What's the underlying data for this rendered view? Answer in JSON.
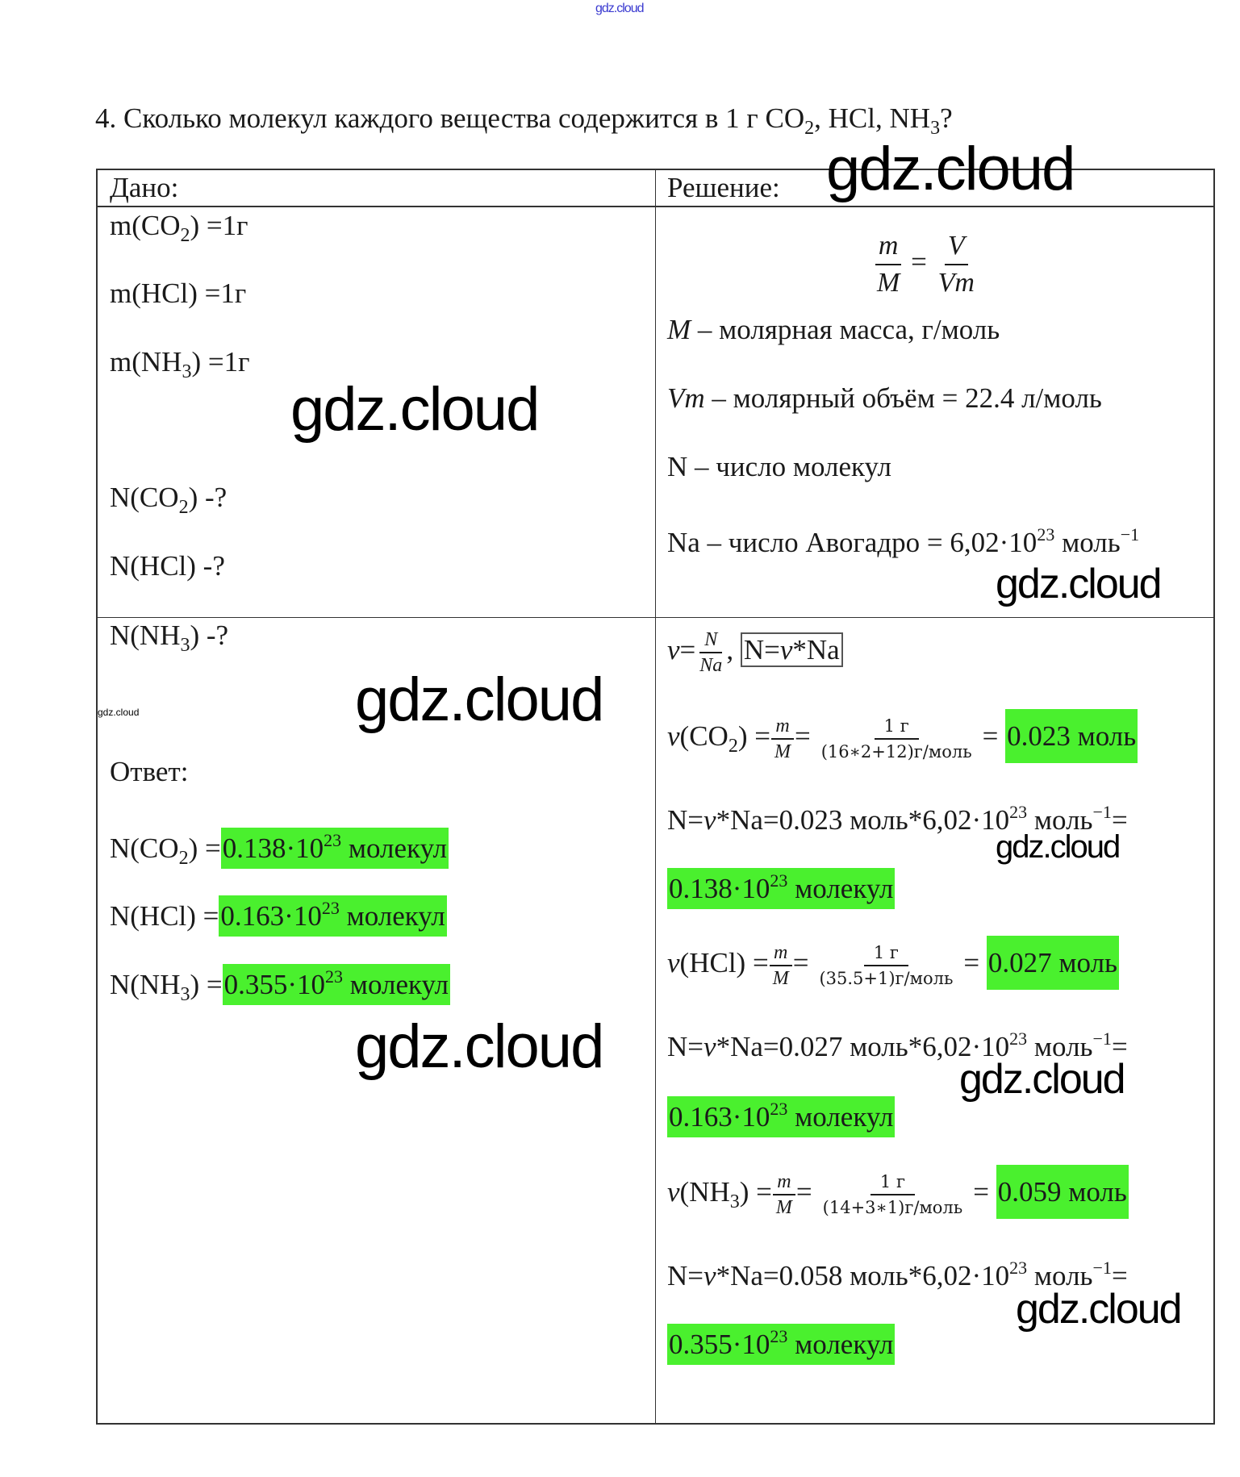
{
  "watermarks": {
    "top": "gdz.cloud",
    "small": "gdz.cloud",
    "big": [
      "gdz.cloud",
      "gdz.cloud",
      "gdz.cloud",
      "gdz.cloud",
      "gdz.cloud",
      "gdz.cloud",
      "gdz.cloud",
      "gdz.cloud"
    ]
  },
  "title": [
    "4. Сколько молекул каждого вещества содержится в 1 г CO",
    {
      "sub": "2"
    },
    ", HCl, NH",
    {
      "sub": "3"
    },
    "?"
  ],
  "headers": {
    "given": "Дано:",
    "solution": "Решение:"
  },
  "given": [
    [
      "m(CO",
      {
        "sub": "2"
      },
      ") =1г"
    ],
    [
      "m(HCl) =1г"
    ],
    [
      "m(NH",
      {
        "sub": "3"
      },
      ") =1г"
    ],
    [
      "N(CO",
      {
        "sub": "2"
      },
      ") -?"
    ],
    [
      "N(HCl) -?"
    ],
    [
      "N(NH",
      {
        "sub": "3"
      },
      ") -?"
    ]
  ],
  "answer_label": "Ответ:",
  "answers": [
    [
      "N(CO",
      {
        "sub": "2"
      },
      ") =",
      {
        "hl": [
          "0.138·10",
          {
            "sup": "23"
          },
          " молекул"
        ]
      }
    ],
    [
      "N(HCl) =",
      {
        "hl": [
          "0.163·10",
          {
            "sup": "23"
          },
          " молекул"
        ]
      }
    ],
    [
      "N(NH",
      {
        "sub": "3"
      },
      ") =",
      {
        "hl": [
          "0.355·10",
          {
            "sup": "23"
          },
          " молекул"
        ]
      }
    ]
  ],
  "solution": {
    "ratio": [
      {
        "frac": {
          "num": "m",
          "den": "M",
          "style": "it big"
        }
      },
      " = ",
      {
        "frac": {
          "num": "V",
          "den": "Vm",
          "style": "it big"
        }
      }
    ],
    "definitions": [
      [
        {
          "i": "M"
        },
        " – молярная масса, г/моль"
      ],
      [
        {
          "i": "Vm"
        },
        " – молярный объём = 22.4 л/моль"
      ],
      [
        "N – число молекул"
      ],
      [
        "Na – число Авогадро = 6,02·10",
        {
          "sup": "23"
        },
        " моль",
        {
          "sup": "−1"
        }
      ]
    ],
    "nu_def": [
      {
        "i": "ν"
      },
      "=",
      {
        "frac": {
          "num": "N",
          "den": "Na",
          "style": "it"
        }
      },
      ", ",
      {
        "box": [
          "N=",
          {
            "i": "ν"
          },
          "*Na"
        ]
      }
    ],
    "steps": [
      {
        "nu": [
          {
            "i": "ν"
          },
          "(CO",
          {
            "sub": "2"
          },
          ") =",
          {
            "frac": {
              "num": "m",
              "den": "M",
              "style": "it"
            }
          },
          "=",
          {
            "frac": {
              "num": "1 г",
              "den": "(16∗2+12)г/моль",
              "style": "wide"
            }
          },
          "= ",
          {
            "hlbig": [
              "0.023 моль"
            ]
          }
        ],
        "n": [
          "N=",
          {
            "i": "ν"
          },
          "*Na=0.023 моль*6,02·10",
          {
            "sup": "23"
          },
          " моль",
          {
            "sup": "−1"
          },
          "="
        ],
        "result": [
          {
            "hl": [
              "0.138·10",
              {
                "sup": "23"
              },
              " молекул"
            ]
          }
        ]
      },
      {
        "nu": [
          {
            "i": "ν"
          },
          "(HCl) =",
          {
            "frac": {
              "num": "m",
              "den": "M",
              "style": "it"
            }
          },
          "=",
          {
            "frac": {
              "num": "1 г",
              "den": "(35.5+1)г/моль",
              "style": "wide"
            }
          },
          "= ",
          {
            "hlbig": [
              "0.027 моль"
            ]
          }
        ],
        "n": [
          "N=",
          {
            "i": "ν"
          },
          "*Na=0.027 моль*6,02·10",
          {
            "sup": "23"
          },
          " моль",
          {
            "sup": "−1"
          },
          "="
        ],
        "result": [
          {
            "hl": [
              "0.163·10",
              {
                "sup": "23"
              },
              " молекул"
            ]
          }
        ]
      },
      {
        "nu": [
          {
            "i": "ν"
          },
          "(NH",
          {
            "sub": "3"
          },
          ") =",
          {
            "frac": {
              "num": "m",
              "den": "M",
              "style": "it"
            }
          },
          "=",
          {
            "frac": {
              "num": "1 г",
              "den": "(14+3∗1)г/моль",
              "style": "wide"
            }
          },
          "= ",
          {
            "hlbig": [
              "0.059 моль"
            ]
          }
        ],
        "n": [
          "N=",
          {
            "i": "ν"
          },
          "*Na=0.058 моль*6,02·10",
          {
            "sup": "23"
          },
          " моль",
          {
            "sup": "−1"
          },
          "="
        ],
        "result": [
          {
            "hl": [
              "0.355·10",
              {
                "sup": "23"
              },
              " молекул"
            ]
          }
        ]
      }
    ]
  },
  "colors": {
    "highlight": "#4af02e",
    "watermark_top": "#3a3ad0"
  }
}
